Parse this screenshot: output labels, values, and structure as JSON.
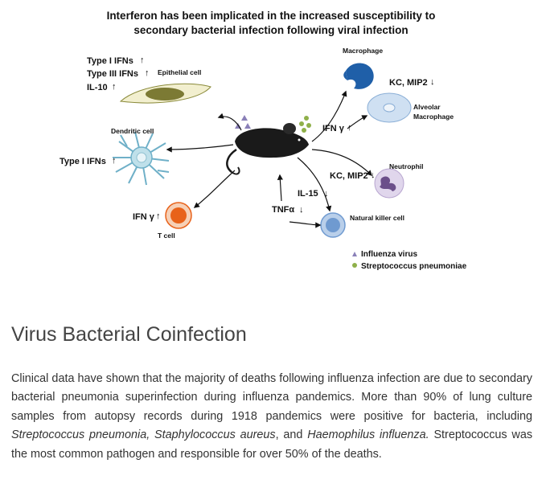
{
  "figure": {
    "title_line1": "Interferon has been implicated in the increased susceptibility to",
    "title_line2": "secondary bacterial infection following viral infection",
    "labels": {
      "type1_ifns_top": "Type I IFNs",
      "type3_ifns": "Type III IFNs",
      "il10": "IL-10",
      "epithelial_cell": "Epithelial cell",
      "dendritic_cell": "Dendritic cell",
      "type1_ifns_left": "Type I IFNs",
      "ifn_gamma_tcell": "IFN γ",
      "t_cell": "T cell",
      "macrophage": "Macrophage",
      "kc_mip2_top": "KC, MIP2",
      "alveolar_1": "Alveolar",
      "alveolar_2": "Macrophage",
      "ifn_gamma_center": "IFN γ",
      "neutrophil": "Neutrophil",
      "kc_mip2_mid": "KC, MIP2",
      "il15": "IL-15",
      "tnfa": "TNFα",
      "nk_cell": "Natural killer cell"
    },
    "legend": {
      "influenza": "Influenza virus",
      "strep": "Streptococcus pneumoniae"
    },
    "colors": {
      "macrophage": "#1f5fa8",
      "alveolar": "#cfe0f2",
      "tcell": "#e8621a",
      "nk": "#6f9ad0",
      "neutrophil": "#6b4f8a",
      "virus": "#8a80b8",
      "bacteria": "#8fb04a",
      "epithelial": "#8f8f3c"
    }
  },
  "article": {
    "title": "Virus Bacterial Coinfection",
    "p_part1": "Clinical data have shown that the majority of deaths  following influenza infection are due to secondary bacterial pneumonia superinfection during influenza pandemics. More than 90% of lung culture samples from autopsy records during 1918 pandemics were positive for bacteria, including ",
    "italic1": "Streptococcus pneumonia,",
    "p_part2": " ",
    "italic2": "Staphylococcus aureus",
    "p_part3": ", and ",
    "italic3": "Haemophilus influenza.",
    "p_part4": " Streptococcus was the most common pathogen and responsible for over 50% of the deaths."
  }
}
